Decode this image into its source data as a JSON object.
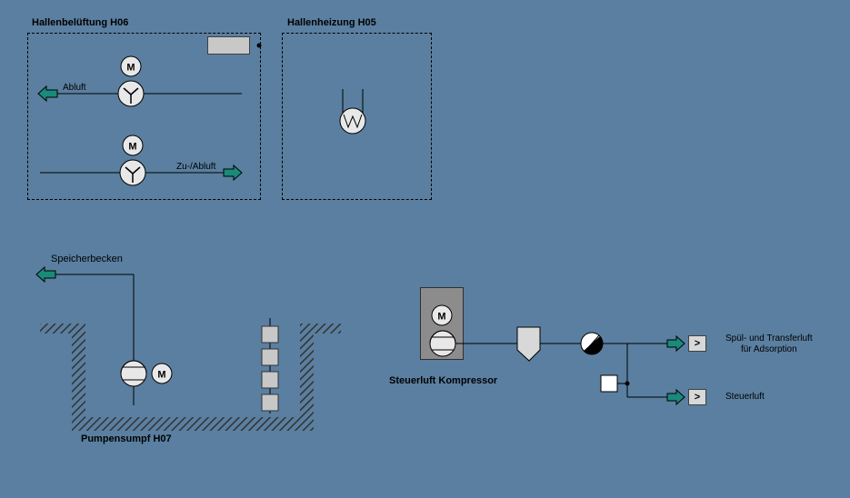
{
  "hall_ventilation": {
    "title": "Hallenbelüftung H06",
    "exhaust_label": "Abluft",
    "supply_exhaust_label": "Zu-/Abluft"
  },
  "hall_heating": {
    "title": "Hallenheizung H05"
  },
  "sump": {
    "title": "Pumpensumpf H07",
    "storage_label": "Speicherbecken"
  },
  "compressor": {
    "title": "Steuerluft Kompressor"
  },
  "outputs": {
    "purge_line1": "Spül- und Transferluft",
    "purge_line2": "für Adsorption",
    "control_air": "Steuerluft",
    "nav_symbol": ">"
  },
  "motor_symbol": "M",
  "colors": {
    "background": "#5a7fa0",
    "arrow": "#1a8a7a",
    "equipment": "#e8e8e8"
  }
}
